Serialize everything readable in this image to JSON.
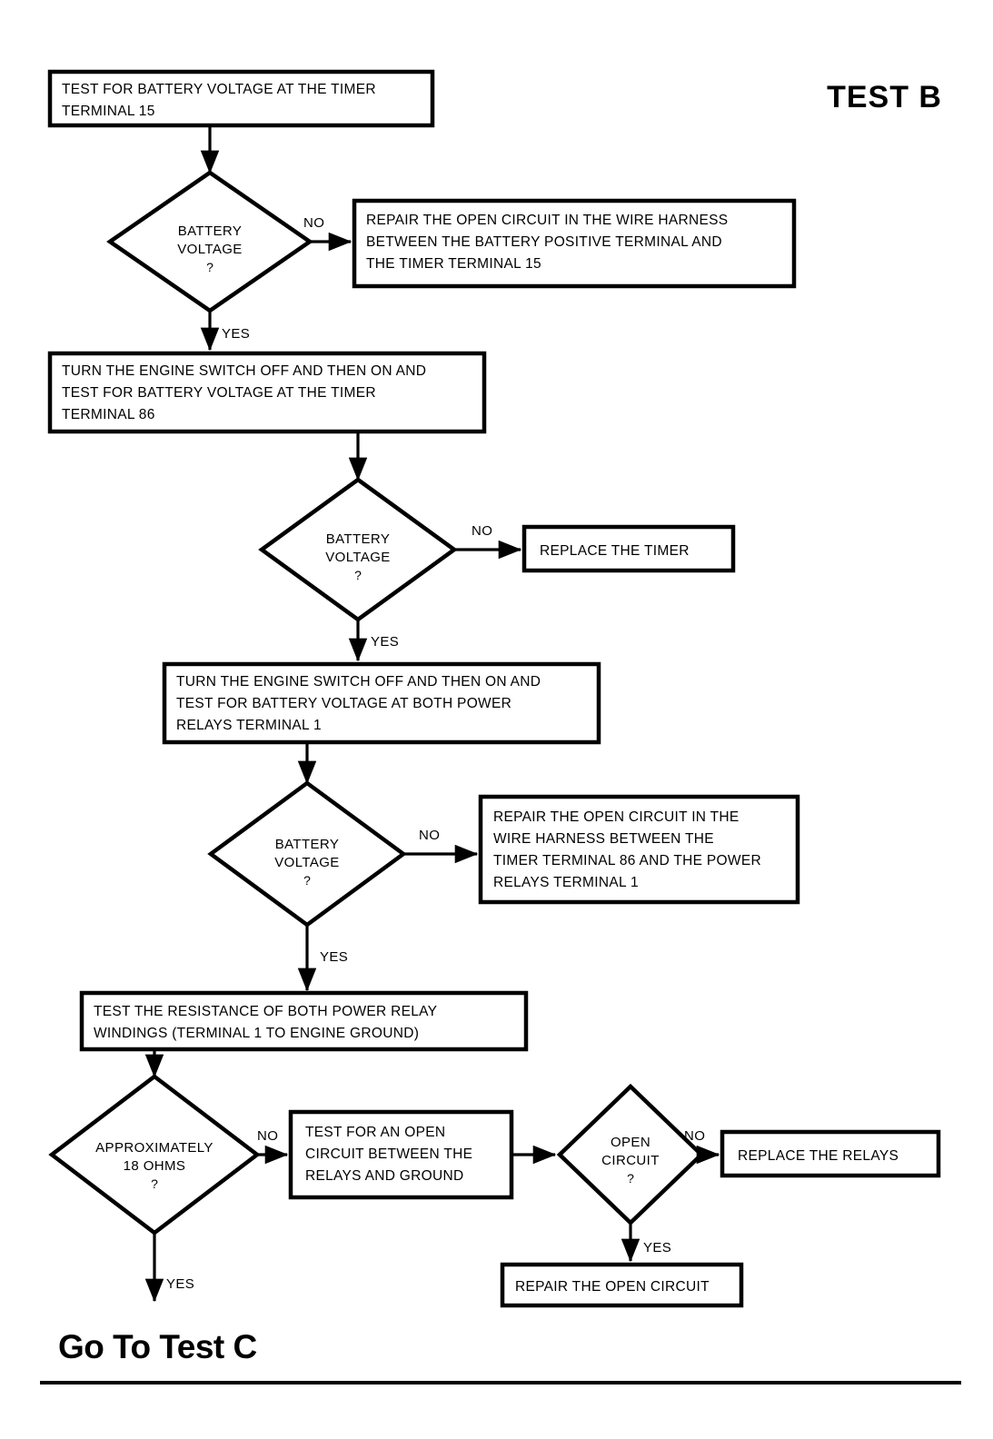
{
  "page": {
    "title": "TEST B",
    "footer_link": "Go To Test C"
  },
  "labels": {
    "yes": "YES",
    "no": "NO",
    "question": "?"
  },
  "nodes": {
    "n1_test_timer_15": {
      "type": "process",
      "lines": [
        "TEST FOR BATTERY VOLTAGE AT THE TIMER",
        "TERMINAL 15"
      ]
    },
    "d1_battery_voltage": {
      "type": "decision",
      "lines": [
        "BATTERY",
        "VOLTAGE"
      ]
    },
    "n2_repair_harness_batt": {
      "type": "process",
      "lines": [
        "REPAIR THE OPEN CIRCUIT IN THE WIRE HARNESS",
        "BETWEEN THE BATTERY POSITIVE TERMINAL AND",
        "THE TIMER TERMINAL 15"
      ]
    },
    "n3_turn_switch_timer_86": {
      "type": "process",
      "lines": [
        "TURN THE ENGINE SWITCH OFF AND THEN ON AND",
        "TEST FOR BATTERY VOLTAGE AT THE TIMER",
        "TERMINAL 86"
      ]
    },
    "d2_battery_voltage": {
      "type": "decision",
      "lines": [
        "BATTERY",
        "VOLTAGE"
      ]
    },
    "n4_replace_timer": {
      "type": "process",
      "lines": [
        "REPLACE THE TIMER"
      ]
    },
    "n5_turn_switch_relays_1": {
      "type": "process",
      "lines": [
        "TURN THE ENGINE SWITCH OFF AND THEN ON AND",
        "TEST FOR BATTERY VOLTAGE AT BOTH POWER",
        "RELAYS TERMINAL 1"
      ]
    },
    "d3_battery_voltage": {
      "type": "decision",
      "lines": [
        "BATTERY",
        "VOLTAGE"
      ]
    },
    "n6_repair_harness_timer86": {
      "type": "process",
      "lines": [
        "REPAIR THE OPEN CIRCUIT IN THE",
        "WIRE HARNESS BETWEEN THE",
        "TIMER TERMINAL 86 AND THE POWER",
        "RELAYS TERMINAL 1"
      ]
    },
    "n7_test_resistance": {
      "type": "process",
      "lines": [
        "TEST THE RESISTANCE OF BOTH POWER RELAY",
        "WINDINGS (TERMINAL 1 TO ENGINE GROUND)"
      ]
    },
    "d4_approximately_18_ohms": {
      "type": "decision",
      "lines": [
        "APPROXIMATELY",
        "18 OHMS"
      ]
    },
    "n8_test_open_circuit": {
      "type": "process",
      "lines": [
        "TEST FOR AN OPEN",
        "CIRCUIT BETWEEN THE",
        "RELAYS AND GROUND"
      ]
    },
    "d5_open_circuit": {
      "type": "decision",
      "lines": [
        "OPEN",
        "CIRCUIT"
      ]
    },
    "n9_replace_relays": {
      "type": "process",
      "lines": [
        "REPLACE THE RELAYS"
      ]
    },
    "n10_repair_open_circuit": {
      "type": "process",
      "lines": [
        "REPAIR THE OPEN CIRCUIT"
      ]
    }
  },
  "edges": [
    {
      "from": "n1_test_timer_15",
      "to": "d1_battery_voltage",
      "label": ""
    },
    {
      "from": "d1_battery_voltage",
      "to": "n2_repair_harness_batt",
      "label": "NO"
    },
    {
      "from": "d1_battery_voltage",
      "to": "n3_turn_switch_timer_86",
      "label": "YES"
    },
    {
      "from": "n3_turn_switch_timer_86",
      "to": "d2_battery_voltage",
      "label": ""
    },
    {
      "from": "d2_battery_voltage",
      "to": "n4_replace_timer",
      "label": "NO"
    },
    {
      "from": "d2_battery_voltage",
      "to": "n5_turn_switch_relays_1",
      "label": "YES"
    },
    {
      "from": "n5_turn_switch_relays_1",
      "to": "d3_battery_voltage",
      "label": ""
    },
    {
      "from": "d3_battery_voltage",
      "to": "n6_repair_harness_timer86",
      "label": "NO"
    },
    {
      "from": "d3_battery_voltage",
      "to": "n7_test_resistance",
      "label": "YES"
    },
    {
      "from": "n7_test_resistance",
      "to": "d4_approximately_18_ohms",
      "label": ""
    },
    {
      "from": "d4_approximately_18_ohms",
      "to": "n8_test_open_circuit",
      "label": "NO"
    },
    {
      "from": "n8_test_open_circuit",
      "to": "d5_open_circuit",
      "label": ""
    },
    {
      "from": "d5_open_circuit",
      "to": "n9_replace_relays",
      "label": "NO"
    },
    {
      "from": "d5_open_circuit",
      "to": "n10_repair_open_circuit",
      "label": "YES"
    },
    {
      "from": "d4_approximately_18_ohms",
      "to": "page.footer_link",
      "label": "YES"
    }
  ],
  "colors": {
    "ink": "#000000",
    "paper": "#ffffff"
  }
}
